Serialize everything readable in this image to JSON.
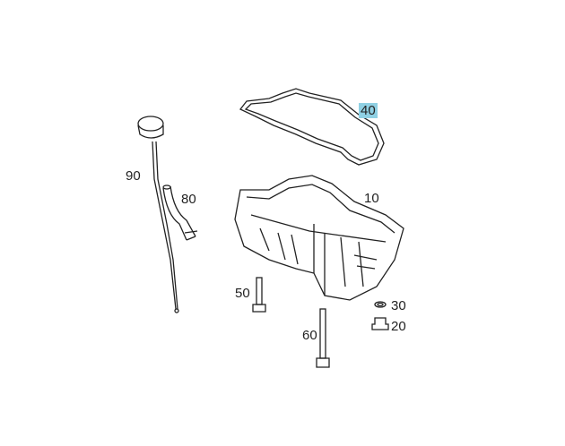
{
  "parts": [
    {
      "number": "40",
      "name": "gasket",
      "highlighted": true
    },
    {
      "number": "90",
      "name": "dipstick"
    },
    {
      "number": "80",
      "name": "dipstick-tube"
    },
    {
      "number": "10",
      "name": "oil-pan"
    },
    {
      "number": "50",
      "name": "bolt-short"
    },
    {
      "number": "30",
      "name": "seal-ring"
    },
    {
      "number": "60",
      "name": "bolt-long"
    },
    {
      "number": "20",
      "name": "drain-plug"
    }
  ],
  "colors": {
    "highlight": "#8fd0e3",
    "line": "#222222"
  }
}
